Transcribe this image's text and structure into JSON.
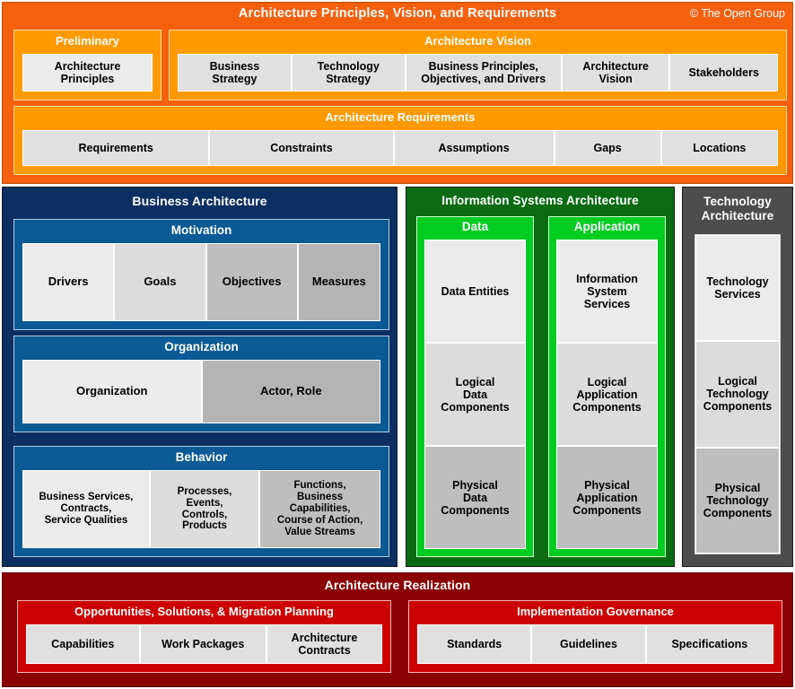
{
  "top": {
    "title": "Architecture Principles, Vision, and Requirements",
    "copyright": "© The Open Group",
    "accent_outer": "#F4600E",
    "accent_inner": "#FF9900",
    "preliminary": {
      "title": "Preliminary",
      "cells": [
        {
          "label": "Architecture\nPrinciples",
          "shade": "#EBEBEB",
          "flex": 1
        }
      ]
    },
    "vision": {
      "title": "Architecture Vision",
      "cells": [
        {
          "label": "Business\nStrategy",
          "shade": "#E0E0E0",
          "flex": 1
        },
        {
          "label": "Technology\nStrategy",
          "shade": "#E0E0E0",
          "flex": 1
        },
        {
          "label": "Business Principles,\nObjectives, and Drivers",
          "shade": "#E0E0E0",
          "flex": 1.38
        },
        {
          "label": "Architecture\nVision",
          "shade": "#E0E0E0",
          "flex": 0.95
        },
        {
          "label": "Stakeholders",
          "shade": "#E0E0E0",
          "flex": 0.95
        }
      ]
    },
    "requirements": {
      "title": "Architecture Requirements",
      "cells": [
        {
          "label": "Requirements",
          "shade": "#E0E0E0",
          "flex": 1.27
        },
        {
          "label": "Constraints",
          "shade": "#E0E0E0",
          "flex": 1.25
        },
        {
          "label": "Assumptions",
          "shade": "#E0E0E0",
          "flex": 1.09
        },
        {
          "label": "Gaps",
          "shade": "#E0E0E0",
          "flex": 0.72
        },
        {
          "label": "Locations",
          "shade": "#E0E0E0",
          "flex": 0.79
        }
      ]
    }
  },
  "business": {
    "title": "Business Architecture",
    "band_color": "#0C2F62",
    "panel_color": "#0A5A95",
    "motivation": {
      "title": "Motivation",
      "cells": [
        {
          "label": "Drivers",
          "shade": "#EBEBEB",
          "flex": 1
        },
        {
          "label": "Goals",
          "shade": "#DCDCDC",
          "flex": 1
        },
        {
          "label": "Objectives",
          "shade": "#BEBEBE",
          "flex": 1
        },
        {
          "label": "Measures",
          "shade": "#B4B4B4",
          "flex": 0.9
        }
      ]
    },
    "organization": {
      "title": "Organization",
      "cells": [
        {
          "label": "Organization",
          "shade": "#EBEBEB",
          "flex": 1
        },
        {
          "label": "Actor, Role",
          "shade": "#B4B4B4",
          "flex": 1
        }
      ]
    },
    "behavior": {
      "title": "Behavior",
      "cells": [
        {
          "label": "Business Services,\nContracts,\nService Qualities",
          "shade": "#EBEBEB",
          "flex": 1
        },
        {
          "label": "Processes,\nEvents,\nControls,\nProducts",
          "shade": "#DCDCDC",
          "flex": 0.86
        },
        {
          "label": "Functions,\nBusiness\nCapabilities,\nCourse of Action,\nValue Streams",
          "shade": "#BEBEBE",
          "flex": 0.95
        }
      ]
    }
  },
  "information_systems": {
    "title": "Information Systems Architecture",
    "band_color": "#0A6B13",
    "panel_color": "#00CC22",
    "data": {
      "title": "Data",
      "cells": [
        {
          "label": "Data Entities",
          "shade": "#EBEBEB"
        },
        {
          "label": "Logical\nData\nComponents",
          "shade": "#DCDCDC"
        },
        {
          "label": "Physical\nData\nComponents",
          "shade": "#BEBEBE"
        }
      ]
    },
    "application": {
      "title": "Application",
      "cells": [
        {
          "label": "Information\nSystem\nServices",
          "shade": "#EBEBEB"
        },
        {
          "label": "Logical\nApplication\nComponents",
          "shade": "#DCDCDC"
        },
        {
          "label": "Physical\nApplication\nComponents",
          "shade": "#BEBEBE"
        }
      ]
    }
  },
  "technology": {
    "title": "Technology\nArchitecture",
    "band_color": "#4D4D4D",
    "cells": [
      {
        "label": "Technology\nServices",
        "shade": "#EBEBEB"
      },
      {
        "label": "Logical\nTechnology\nComponents",
        "shade": "#DCDCDC"
      },
      {
        "label": "Physical\nTechnology\nComponents",
        "shade": "#BEBEBE"
      }
    ]
  },
  "realization": {
    "title": "Architecture Realization",
    "band_color": "#8B0000",
    "panel_color": "#CC0000",
    "opportunities": {
      "title": "Opportunities, Solutions, & Migration Planning",
      "cells": [
        {
          "label": "Capabilities",
          "shade": "#E0E0E0",
          "flex": 1
        },
        {
          "label": "Work Packages",
          "shade": "#E0E0E0",
          "flex": 1.12
        },
        {
          "label": "Architecture\nContracts",
          "shade": "#E0E0E0",
          "flex": 1.02
        }
      ]
    },
    "governance": {
      "title": "Implementation Governance",
      "cells": [
        {
          "label": "Standards",
          "shade": "#E0E0E0",
          "flex": 1
        },
        {
          "label": "Guidelines",
          "shade": "#E0E0E0",
          "flex": 1
        },
        {
          "label": "Specifications",
          "shade": "#E0E0E0",
          "flex": 1.12
        }
      ]
    }
  }
}
